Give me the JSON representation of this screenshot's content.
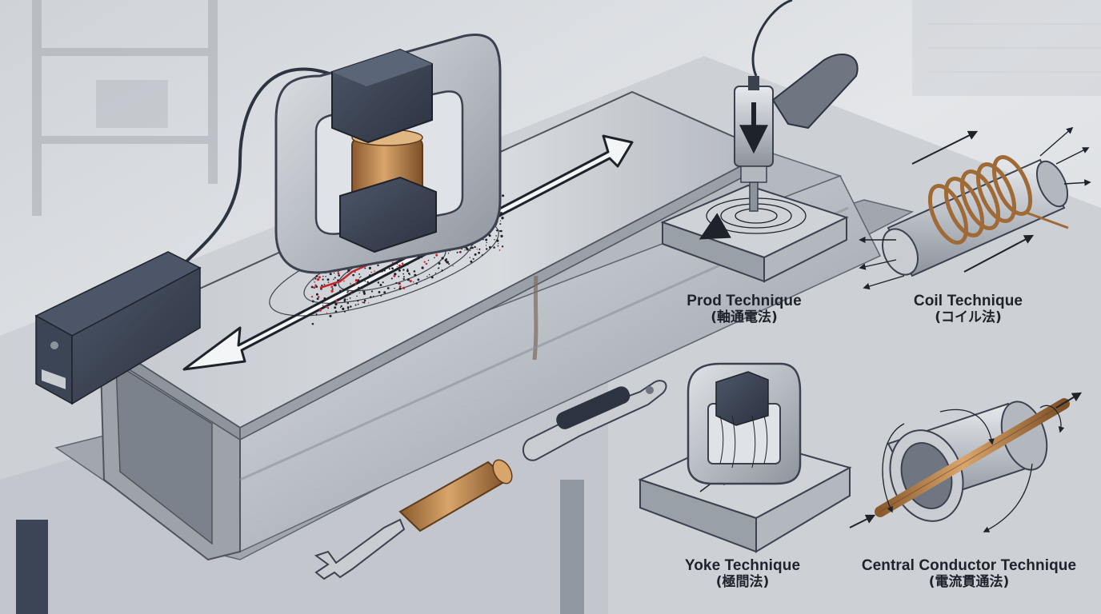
{
  "techniques": {
    "prod": {
      "name": "Prod Technique",
      "jp": "(軸通電法)"
    },
    "coil": {
      "name": "Coil Technique",
      "jp": "(コイル法)"
    },
    "yoke": {
      "name": "Yoke Technique",
      "jp": "(極間法)"
    },
    "central": {
      "name": "Central Conductor Technique",
      "jp": "(電流貫通法)"
    }
  },
  "colors": {
    "steel": "#b9bdc3",
    "dark_housing": "#3c4556",
    "copper": "#c28a4f",
    "crack": "#c4262e",
    "background": "#dfe2e6"
  }
}
